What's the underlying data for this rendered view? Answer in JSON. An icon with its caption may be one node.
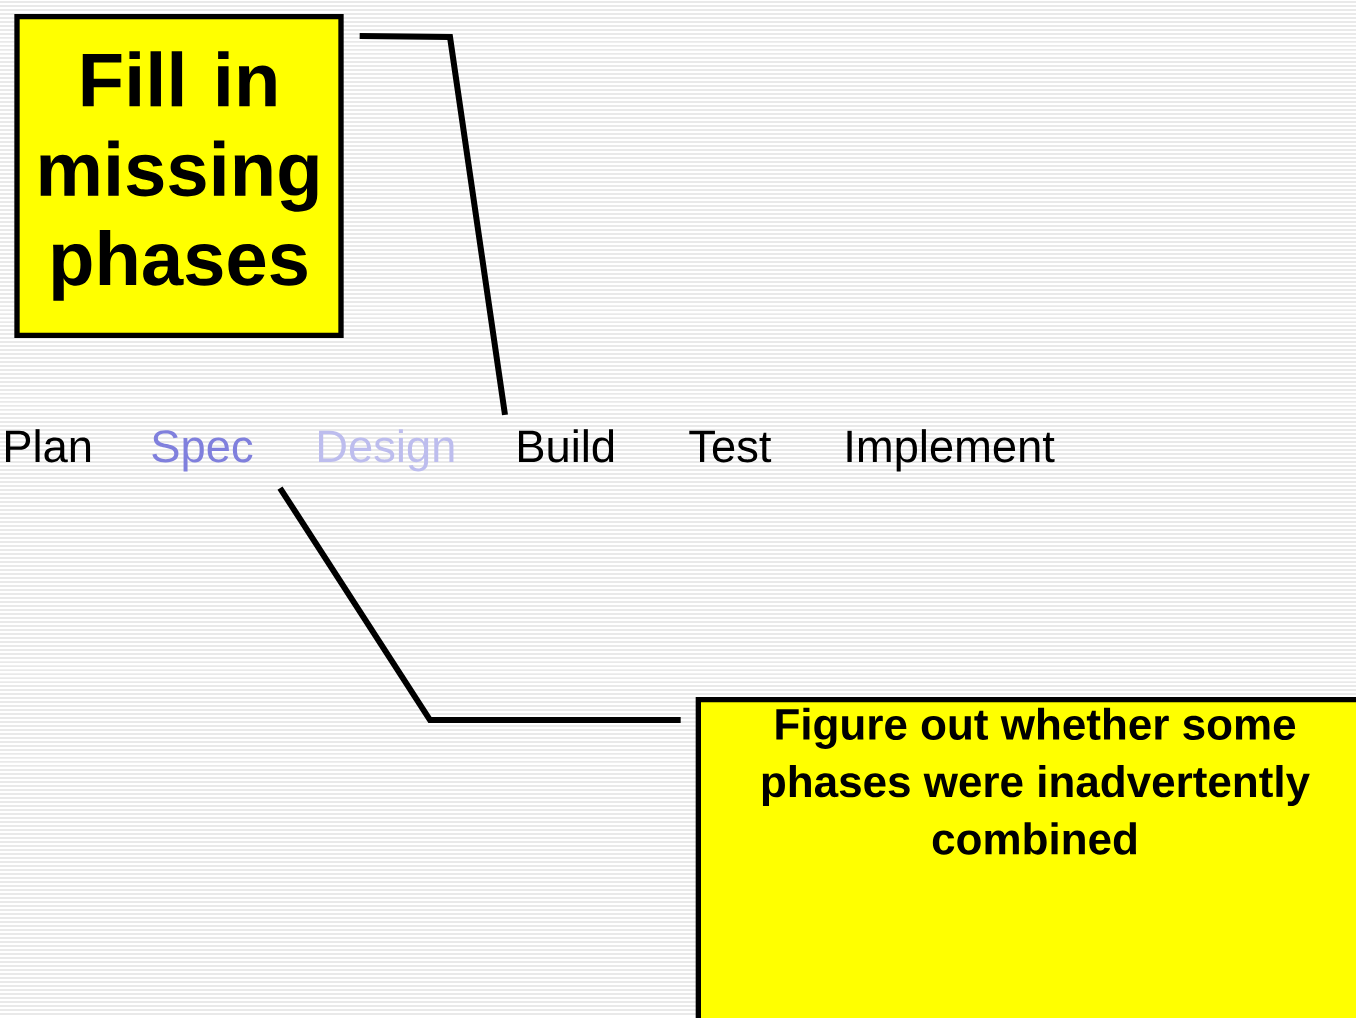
{
  "diagram": {
    "nodes": [
      {
        "text": [
          "Fill in missing phases"
        ]
      },
      {
        "text": [
          "Plan"
        ]
      },
      {
        "text": [
          "Spec"
        ]
      },
      {
        "text": [
          "Design"
        ]
      },
      {
        "text": [
          "Build"
        ]
      },
      {
        "text": [
          "Test"
        ]
      },
      {
        "text": [
          "Implement"
        ]
      },
      {
        "text": [
          "Figure out whether some phases were inadvertently combined"
        ]
      }
    ],
    "edges": [
      {
        "from": 0,
        "to": 4,
        "arrow": "none"
      },
      {
        "from": 7,
        "to": null,
        "arrow": "none"
      }
    ]
  }
}
